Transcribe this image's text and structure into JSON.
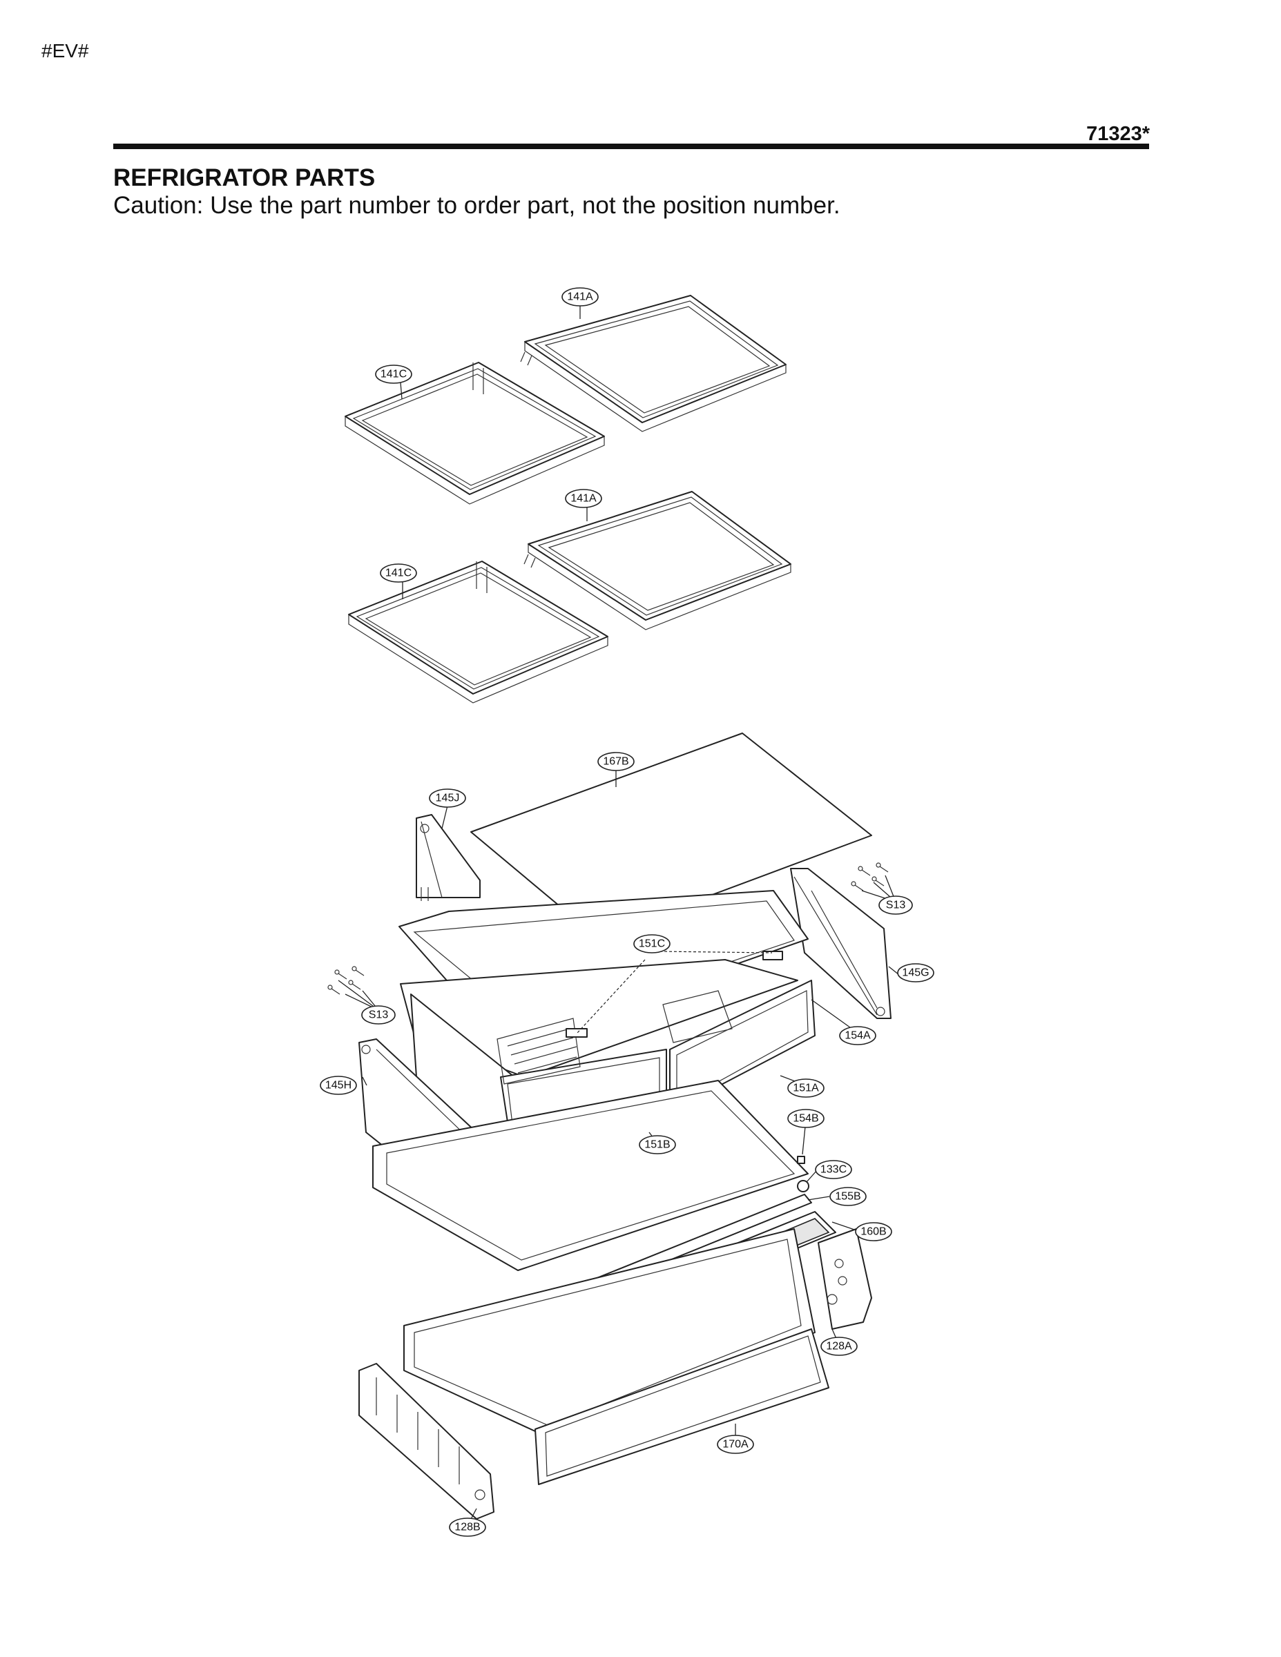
{
  "header": {
    "corner_code": "#EV#",
    "page_code": "71323*",
    "title": "REFRIGRATOR PARTS",
    "caution": "Caution: Use the part number to order part, not the position number."
  },
  "callouts": {
    "c141A_top": "141A",
    "c141C_top": "141C",
    "c141A_mid": "141A",
    "c141C_mid": "141C",
    "c167B": "167B",
    "c145J": "145J",
    "cS13_right": "S13",
    "c151C": "151C",
    "c145G": "145G",
    "cS13_left": "S13",
    "c154A": "154A",
    "c145H": "145H",
    "c151A": "151A",
    "c154B": "154B",
    "c151B": "151B",
    "c133C": "133C",
    "c155B": "155B",
    "c160B": "160B",
    "c128A": "128A",
    "c170A": "170A",
    "c128B": "128B"
  }
}
